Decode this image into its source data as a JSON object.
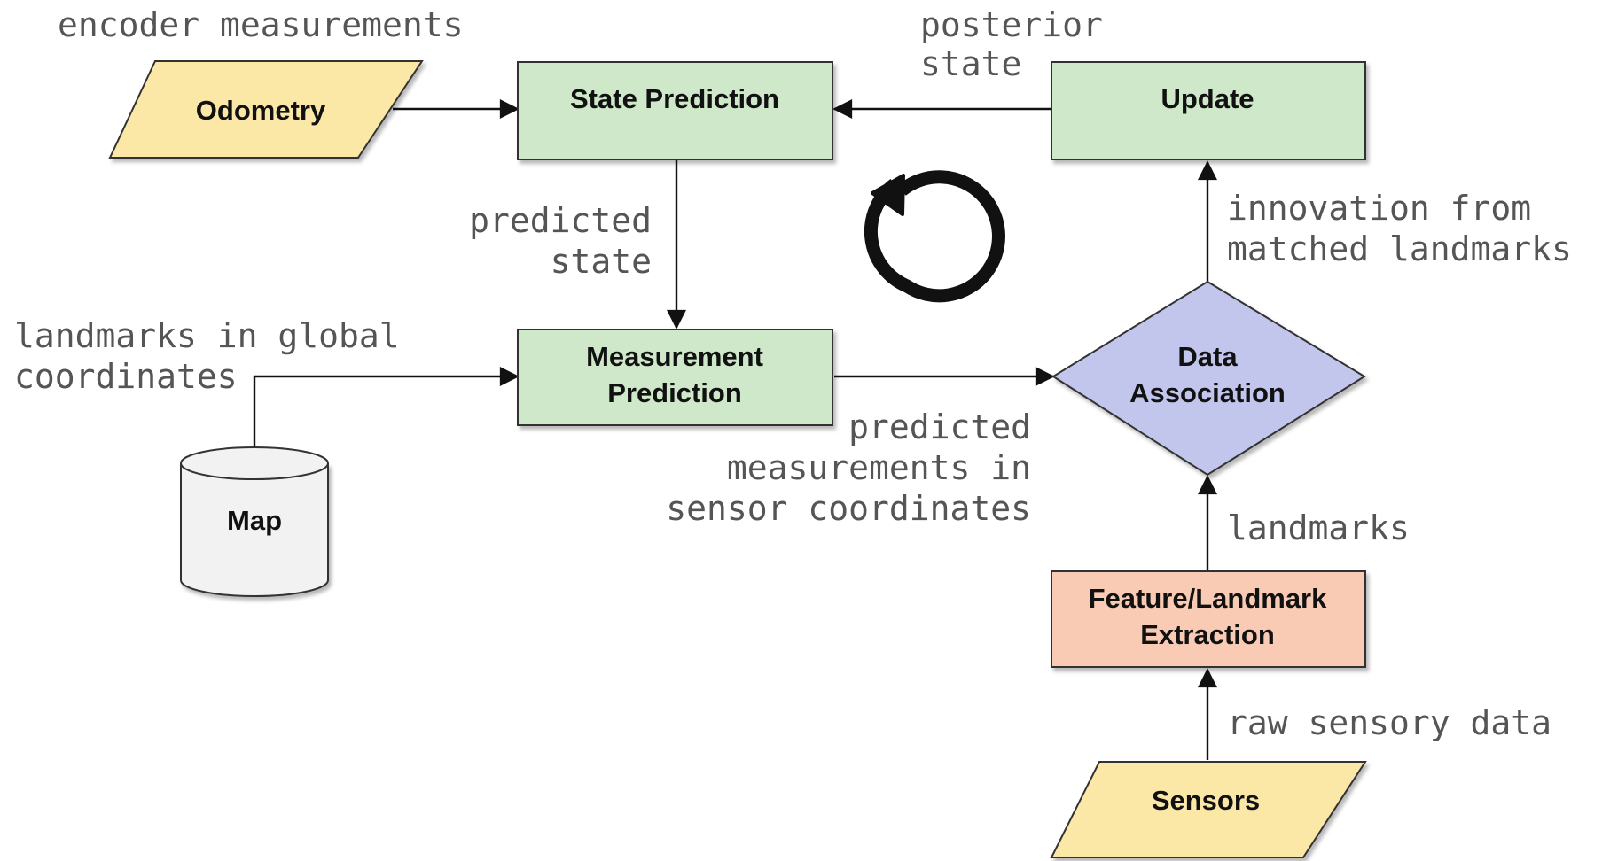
{
  "nodes": {
    "odometry": {
      "label": "Odometry",
      "fill": "#fbe7a6"
    },
    "state_prediction": {
      "label": "State Prediction",
      "fill": "#cfe8c9"
    },
    "update": {
      "label": "Update",
      "fill": "#cfe8c9"
    },
    "measurement_prediction": {
      "label_line1": "Measurement",
      "label_line2": "Prediction",
      "fill": "#cfe8c9"
    },
    "map": {
      "label": "Map",
      "fill": "#f2f2f2"
    },
    "data_association": {
      "label_line1": "Data",
      "label_line2": "Association",
      "fill": "#c3c6ec"
    },
    "feature_extraction": {
      "label_line1": "Feature/Landmark",
      "label_line2": "Extraction",
      "fill": "#f9cbb4"
    },
    "sensors": {
      "label": "Sensors",
      "fill": "#fbe7a6"
    }
  },
  "edge_labels": {
    "encoder": "encoder measurements",
    "posterior_line1": "posterior",
    "posterior_line2": "state",
    "predicted_state_line1": "predicted",
    "predicted_state_line2": "state",
    "landmarks_global_line1": "landmarks in global",
    "landmarks_global_line2": "coordinates",
    "innovation_line1": "innovation from",
    "innovation_line2": "matched landmarks",
    "predicted_meas_line1": "predicted",
    "predicted_meas_line2": "measurements in",
    "predicted_meas_line3": "sensor coordinates",
    "landmarks": "landmarks",
    "raw_data": "raw sensory data"
  },
  "loop_icon": "refresh-cycle-icon"
}
